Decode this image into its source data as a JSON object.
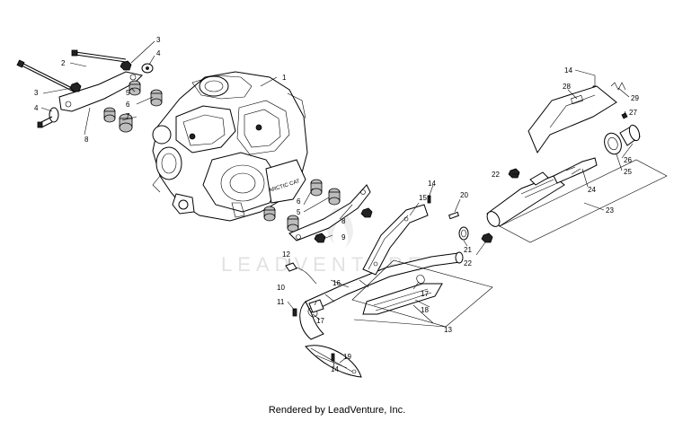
{
  "watermark": "LEADVENTURE",
  "footer": "Rendered by LeadVenture, Inc.",
  "callouts": [
    "1",
    "2",
    "3",
    "3",
    "4",
    "4",
    "5",
    "5",
    "6",
    "6",
    "7",
    "8",
    "8",
    "9",
    "10",
    "11",
    "12",
    "13",
    "14",
    "14",
    "14",
    "15",
    "16",
    "17",
    "17",
    "18",
    "19",
    "20",
    "21",
    "22",
    "22",
    "23",
    "24",
    "25",
    "26",
    "27",
    "28",
    "29"
  ]
}
